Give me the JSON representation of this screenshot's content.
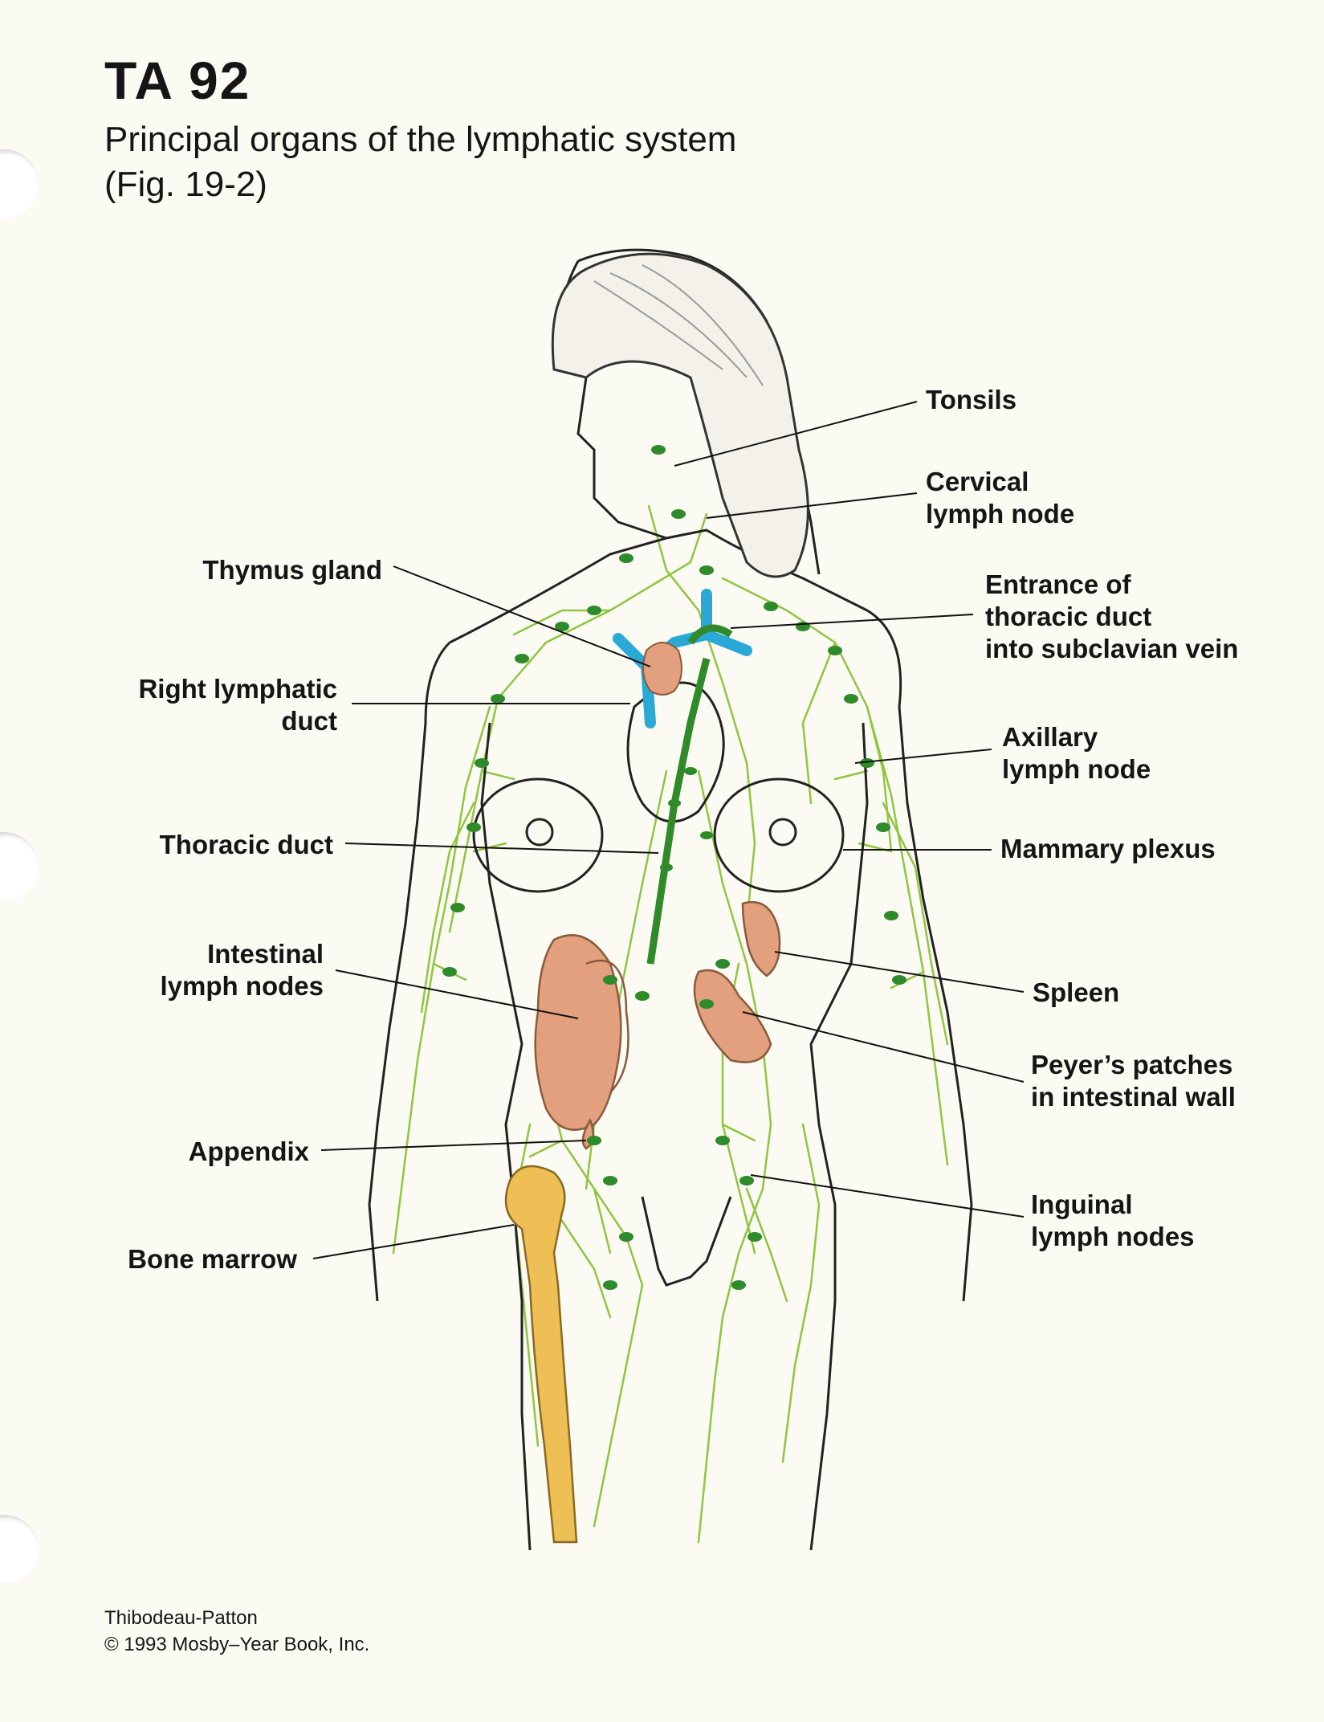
{
  "header": {
    "title": "TA 92",
    "subtitle_line1": "Principal organs of the lymphatic system",
    "subtitle_line2": "(Fig. 19-2)"
  },
  "labels": {
    "tonsils": [
      "Tonsils"
    ],
    "cervical": [
      "Cervical",
      "lymph node"
    ],
    "thymus": [
      "Thymus gland"
    ],
    "entrance": [
      "Entrance of",
      "thoracic duct",
      "into subclavian vein"
    ],
    "right_lymphatic": [
      "Right lymphatic",
      "duct"
    ],
    "axillary": [
      "Axillary",
      "lymph node"
    ],
    "thoracic": [
      "Thoracic duct"
    ],
    "mammary": [
      "Mammary plexus"
    ],
    "intestinal": [
      "Intestinal",
      "lymph nodes"
    ],
    "spleen": [
      "Spleen"
    ],
    "peyers": [
      "Peyer’s patches",
      "in intestinal wall"
    ],
    "appendix": [
      "Appendix"
    ],
    "inguinal": [
      "Inguinal",
      "lymph nodes"
    ],
    "bone_marrow": [
      "Bone marrow"
    ]
  },
  "credit": {
    "line1": "Thibodeau-Patton",
    "line2": "© 1993 Mosby–Year Book, Inc."
  },
  "colors": {
    "lymph_green": "#2f8a2a",
    "vessel_green": "#8fc640",
    "vein_blue": "#2aa8d6",
    "organ_tan": "#e2a07f",
    "bone_yellow": "#eebf55",
    "outline": "#222222"
  }
}
